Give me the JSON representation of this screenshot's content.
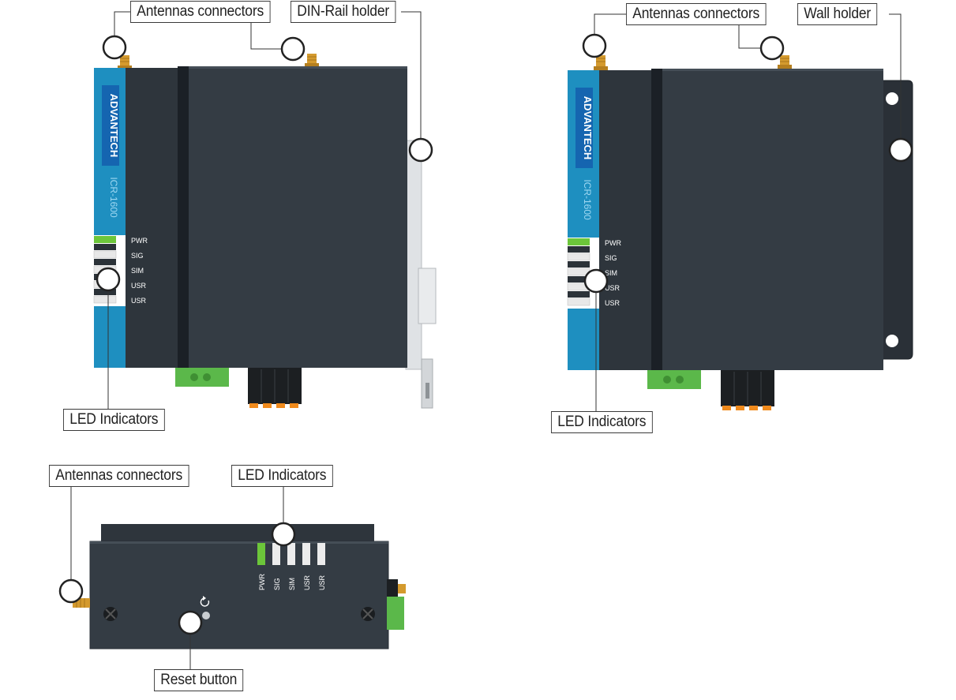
{
  "callouts": {
    "front_din": {
      "antennas": "Antennas connectors",
      "holder": "DIN-Rail holder",
      "led": "LED Indicators"
    },
    "front_wall": {
      "antennas": "Antennas connectors",
      "holder": "Wall holder",
      "led": "LED Indicators"
    },
    "top_view": {
      "antennas": "Antennas connectors",
      "led": "LED Indicators",
      "reset": "Reset button"
    }
  },
  "device": {
    "brand": "ADVANTECH",
    "model": "ICR-1600",
    "leds": [
      "PWR",
      "SIG",
      "SIM",
      "USR",
      "USR"
    ]
  },
  "colors": {
    "body": "#343c44",
    "body_dark": "#252b31",
    "stripe": "#1e8fc0",
    "brand_blue": "#1565b0",
    "led_green": "#6cc63a",
    "antenna_gold": "#d49a2e",
    "terminal_green": "#5bb84a",
    "terminal_orange": "#f08a1c"
  }
}
